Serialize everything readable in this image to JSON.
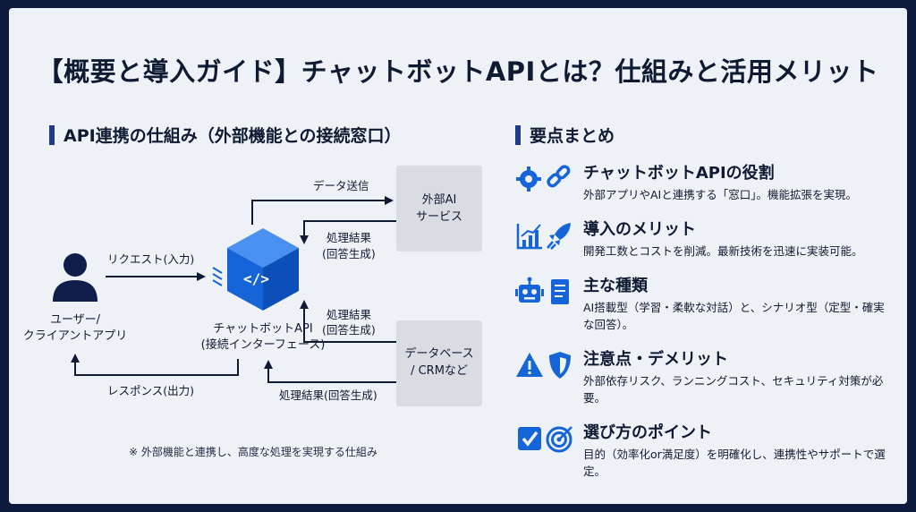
{
  "title": "【概要と導入ガイド】チャットボットAPIとは？仕組みと活用メリット",
  "left_section": {
    "heading": "API連携の仕組み（外部機能との接続窓口）",
    "user_label_line1": "ユーザー/",
    "user_label_line2": "クライアントアプリ",
    "api_label_line1": "チャットボットAPI",
    "api_label_line2": "(接続インターフェース)",
    "external_ai_line1": "外部AI",
    "external_ai_line2": "サービス",
    "database_line1": "データベース",
    "database_line2": "/ CRMなど",
    "request_label": "リクエスト(入力)",
    "response_label": "レスポンス(出力)",
    "data_send_label": "データ送信",
    "result_ai_line1": "処理結果",
    "result_ai_line2": "(回答生成)",
    "result_db_line1": "処理結果",
    "result_db_line2": "(回答生成)",
    "result_db_bottom": "処理結果(回答生成)",
    "note": "※ 外部機能と連携し、高度な処理を実現する仕組み"
  },
  "right_section": {
    "heading": "要点まとめ",
    "points": [
      {
        "title": "チャットボットAPIの役割",
        "desc": "外部アプリやAIと連携する「窓口」。機能拡張を実現。",
        "icons": [
          "gear-icon",
          "link-icon"
        ]
      },
      {
        "title": "導入のメリット",
        "desc": "開発工数とコストを削減。最新技術を迅速に実装可能。",
        "icons": [
          "growth-chart-icon",
          "rocket-icon"
        ]
      },
      {
        "title": "主な種類",
        "desc": "AI搭載型（学習・柔軟な対話）と、シナリオ型（定型・確実な回答）。",
        "icons": [
          "robot-icon",
          "script-icon"
        ]
      },
      {
        "title": "注意点・デメリット",
        "desc": "外部依存リスク、ランニングコスト、セキュリティ対策が必要。",
        "icons": [
          "warning-icon",
          "shield-icon"
        ]
      },
      {
        "title": "選び方のポイント",
        "desc": "目的（効率化or満足度）を明確化し、連携性やサポートで選定。",
        "icons": [
          "checkbox-icon",
          "target-icon"
        ]
      }
    ]
  },
  "colors": {
    "accent": "#1565d8",
    "navy": "#1e3a8a",
    "background": "#eef1f6",
    "box_gray": "#d9dce1"
  }
}
